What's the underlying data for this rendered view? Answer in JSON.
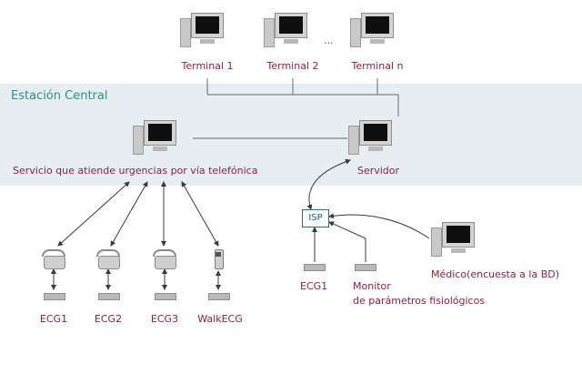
{
  "station": {
    "title": "Estación Central"
  },
  "terminals": [
    {
      "label": "Terminal 1"
    },
    {
      "label": "Terminal 2"
    },
    {
      "label": "Terminal n"
    }
  ],
  "terminal_ellipsis": "...",
  "central": {
    "service_label": "Servicio que atiende urgencias por vía telefónica",
    "server_label": "Servidor"
  },
  "isp": {
    "label": "ISP"
  },
  "devices_left": [
    {
      "label": "ECG1",
      "icon": "phone-icon"
    },
    {
      "label": "ECG2",
      "icon": "phone-icon"
    },
    {
      "label": "ECG3",
      "icon": "phone-icon"
    },
    {
      "label": "WalkECG",
      "icon": "walkecg-icon"
    }
  ],
  "devices_right": {
    "ecg_label": "ECG1",
    "monitor_label_line1": "Monitor",
    "monitor_label_line2": "de parámetros fisiológicos",
    "doctor_label": "Médico(encuesta a la BD)"
  },
  "colors": {
    "label": "#8a1f4a",
    "station_title": "#2f8f8a",
    "band": "#e6eef1",
    "isp": "#1d5f78"
  }
}
